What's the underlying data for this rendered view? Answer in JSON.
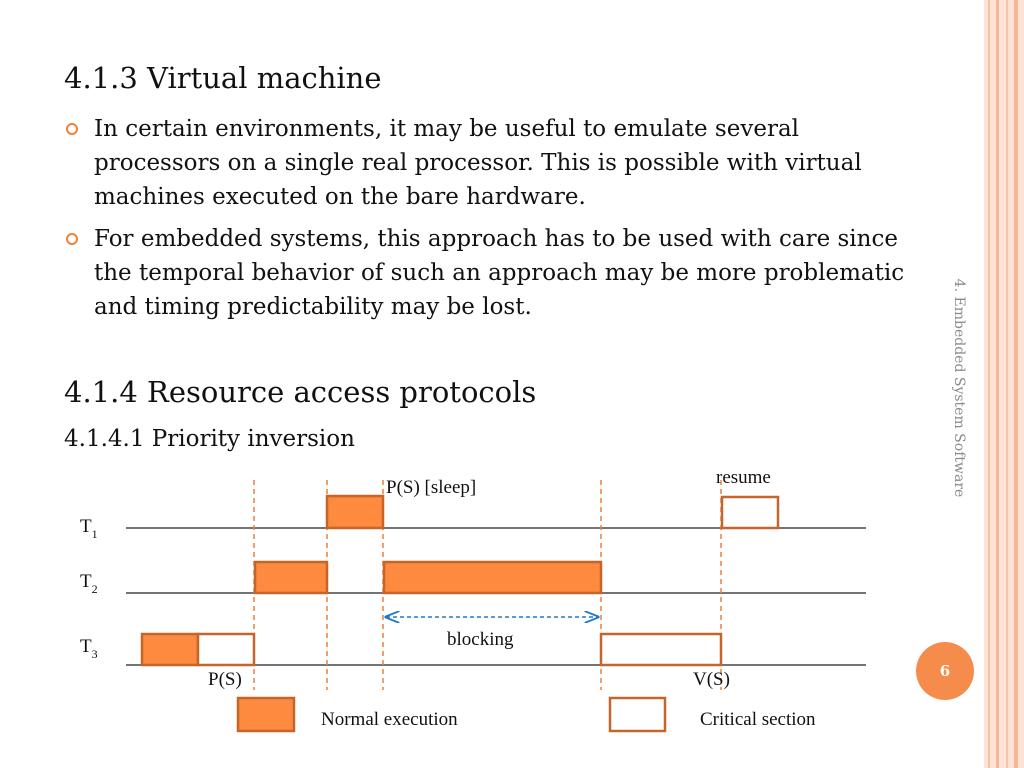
{
  "slide": {
    "heading_1": "4.1.3 Virtual machine",
    "bullets": [
      "In certain environments, it may be useful to emulate several processors on a single real processor. This is possible with virtual machines executed on the bare hardware.",
      "For embedded systems, this approach has to be used with care since the temporal behavior of such an approach may be more problematic and timing predictability may be lost."
    ],
    "heading_2": "4.1.4 Resource access protocols",
    "subheading": "4.1.4.1 Priority inversion",
    "side_label": "4. Embedded System Software",
    "page_number": "6"
  },
  "diagram": {
    "tasks": [
      {
        "label": "T",
        "sub": "1"
      },
      {
        "label": "T",
        "sub": "2"
      },
      {
        "label": "T",
        "sub": "3"
      }
    ],
    "annotations": {
      "ps_sleep": "P(S) [sleep]",
      "resume": "resume",
      "blocking": "blocking",
      "ps": "P(S)",
      "vs": "V(S)"
    },
    "legend": {
      "normal": "Normal execution",
      "critical": "Critical section"
    },
    "colors": {
      "normal_fill": "#fd8a3f",
      "border": "#c5652a",
      "dashed": "#e9823f",
      "arrow": "#1f78c8",
      "accent": "#f0833a"
    }
  }
}
